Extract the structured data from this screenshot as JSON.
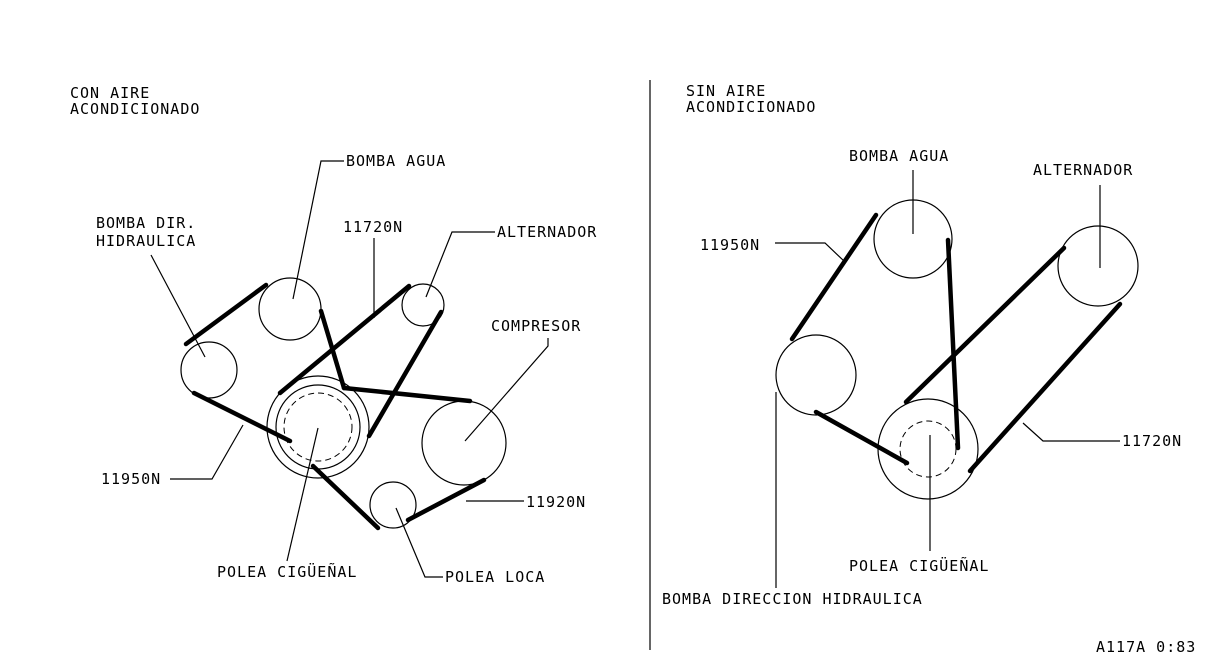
{
  "left": {
    "title_line1": "CON AIRE",
    "title_line2": "ACONDICIONADO",
    "labels": {
      "bomba_agua": "BOMBA AGUA",
      "bomba_dir_line1": "BOMBA DIR.",
      "bomba_dir_line2": "HIDRAULICA",
      "belt_11720": "11720N",
      "alternador": "ALTERNADOR",
      "compresor": "COMPRESOR",
      "belt_11950": "11950N",
      "belt_11920": "11920N",
      "polea_ciguenal": "POLEA CIGÜEÑAL",
      "polea_loca": "POLEA LOCA"
    }
  },
  "right": {
    "title_line1": "SIN AIRE",
    "title_line2": "ACONDICIONADO",
    "labels": {
      "bomba_agua": "BOMBA AGUA",
      "alternador": "ALTERNADOR",
      "belt_11950": "11950N",
      "belt_11720": "11720N",
      "polea_ciguenal": "POLEA CIGÜEÑAL",
      "bomba_direccion": "BOMBA DIRECCION HIDRAULICA"
    }
  },
  "footer": {
    "code": "A117A 0:83"
  }
}
